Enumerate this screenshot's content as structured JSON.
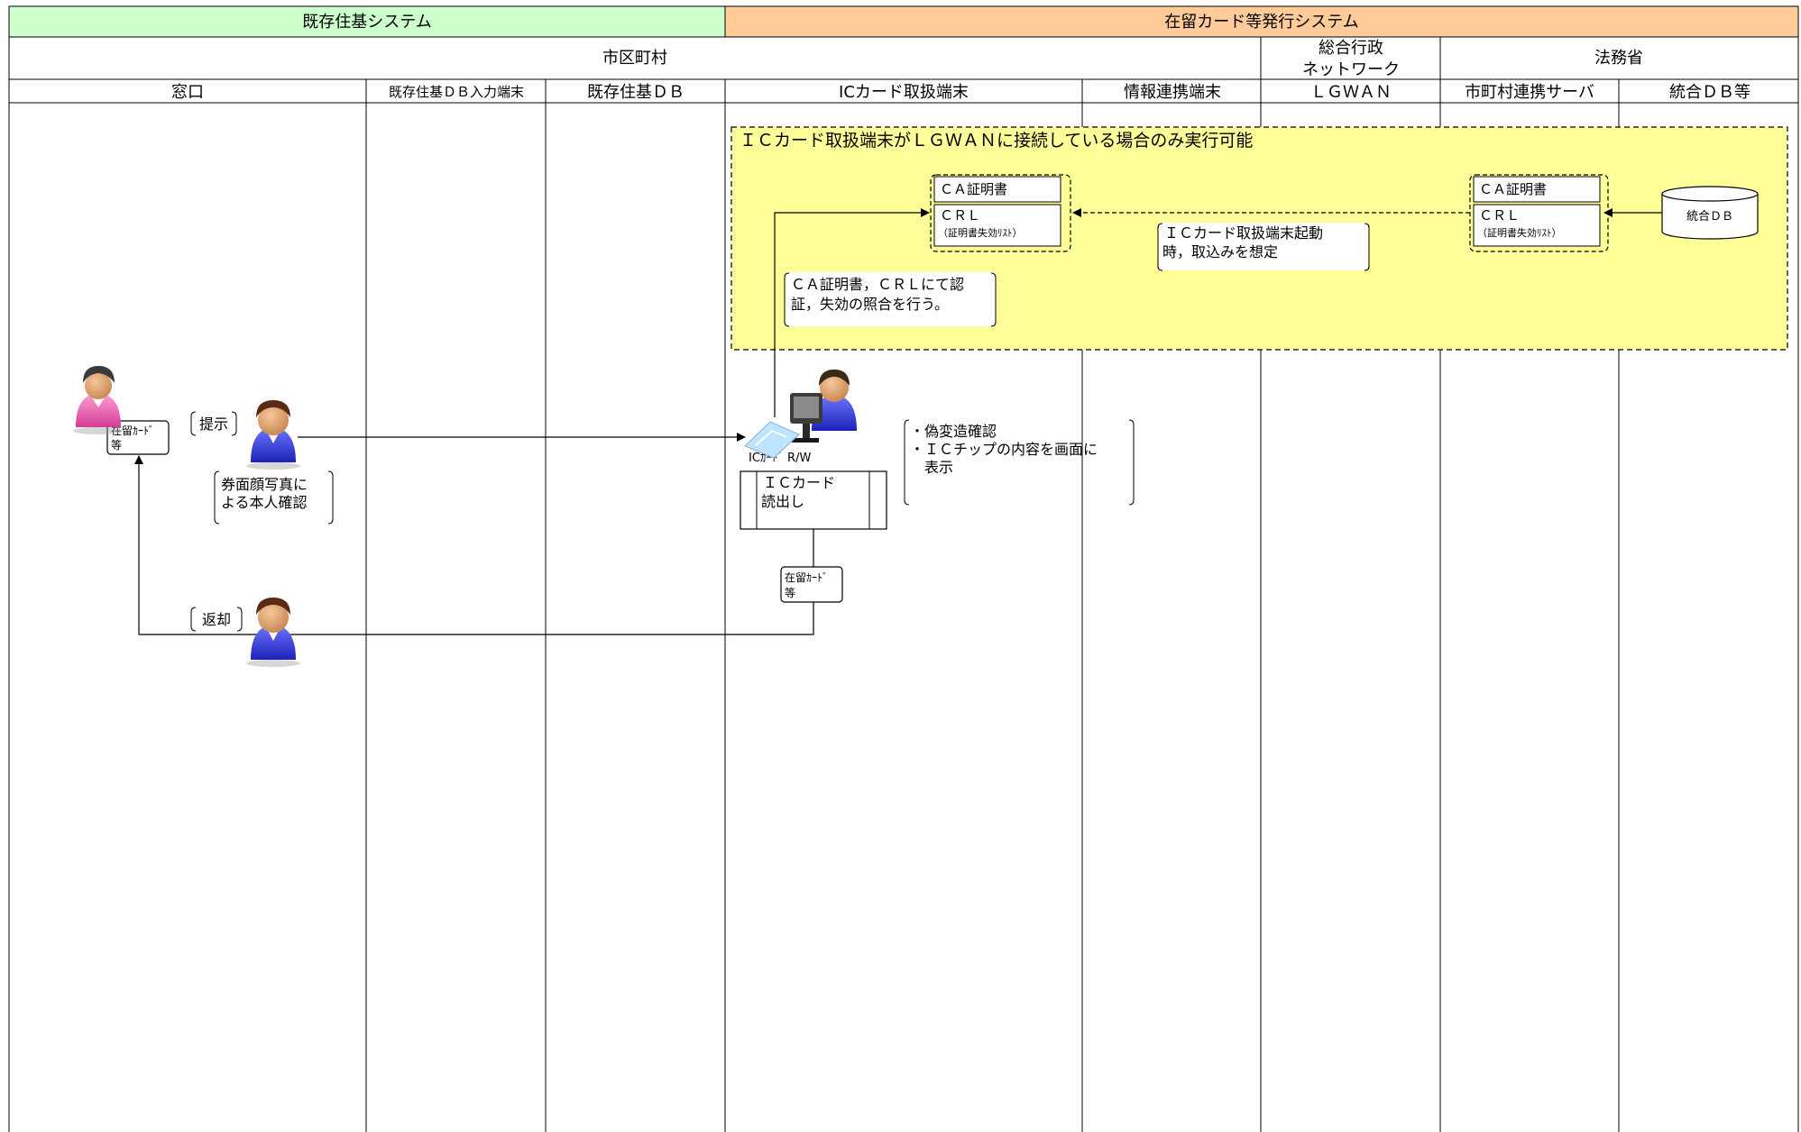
{
  "header": {
    "systems": [
      {
        "label": "既存住基システム",
        "color": "#ccffcc"
      },
      {
        "label": "在留カード等発行システム",
        "color": "#ffcc99"
      }
    ],
    "org_row": {
      "municipality": "市区町村",
      "network": [
        "総合行政",
        "ネットワーク"
      ],
      "ministry": "法務省"
    },
    "lanes": [
      "窓口",
      "既存住基ＤＢ入力端末",
      "既存住基ＤＢ",
      "ICカード取扱端末",
      "情報連携端末",
      "ＬＧＷＡＮ",
      "市町村連携サーバ",
      "統合ＤＢ等"
    ]
  },
  "lgwan_box": {
    "title": "ＩＣカード取扱端末がＬＧＷＡＮに接続している場合のみ実行可能",
    "color": "#ffff99"
  },
  "left_cert": {
    "ca": "ＣＡ証明書",
    "crl": "ＣＲＬ",
    "crl_sub": "（証明書失効ﾘｽﾄ）"
  },
  "right_cert": {
    "ca": "ＣＡ証明書",
    "crl": "ＣＲＬ",
    "crl_sub": "（証明書失効ﾘｽﾄ）"
  },
  "db_label": "統合ＤＢ",
  "notes": {
    "startup": [
      "ＩＣカード取扱端末起動",
      "時，取込みを想定"
    ],
    "verify": [
      "ＣＡ証明書，ＣＲＬにて認",
      "証，失効の照合を行う。"
    ],
    "forgery": [
      "・偽変造確認",
      "・ＩＣチップの内容を画面に",
      "　表示"
    ],
    "face": [
      "券面顔写真に",
      "よる本人確認"
    ]
  },
  "labels": {
    "present": "提示",
    "return": "返却",
    "card_doc": [
      "在留ｶｰﾄﾞ",
      "等"
    ],
    "card_doc2": [
      "在留ｶｰﾄﾞ",
      "等"
    ],
    "reader": "ICｶｰﾄﾞ R/W",
    "read_process": [
      "ＩＣカード",
      "読出し"
    ]
  }
}
